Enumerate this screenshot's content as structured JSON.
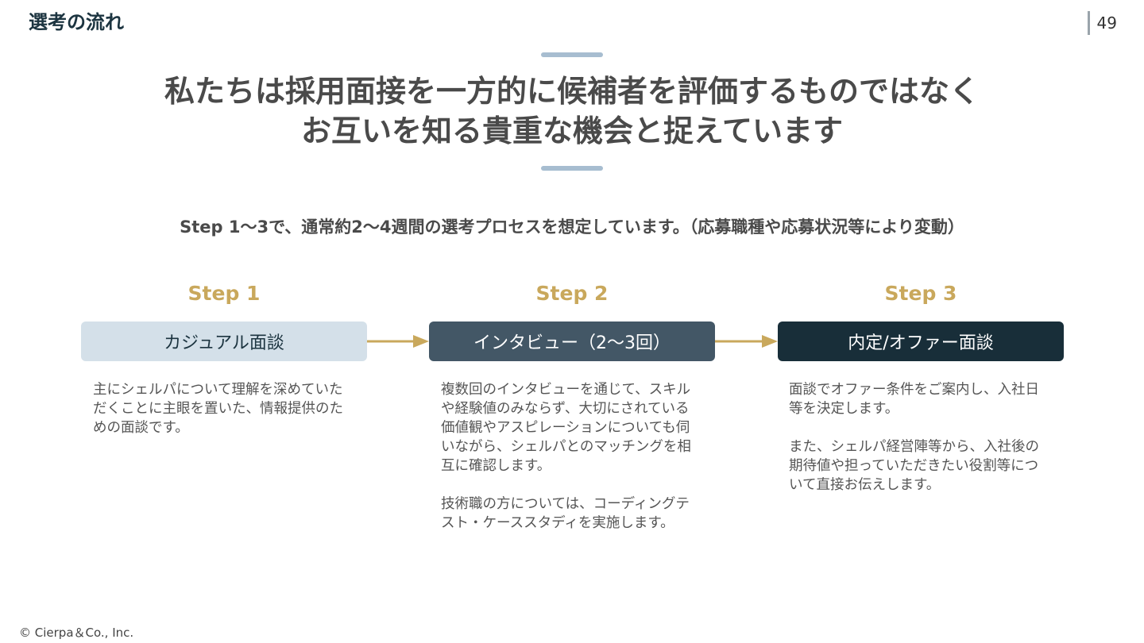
{
  "section_title": "選考の流れ",
  "page_number": "49",
  "headline": {
    "line1": "私たちは採用面接を一方的に候補者を評価するものではなく",
    "line2": "お互いを知る貴重な機会と捉えています"
  },
  "subtitle": "Step 1〜3で、通常約2〜4週間の選考プロセスを想定しています。（応募職種や応募状況等により変動）",
  "steps": [
    {
      "label": "Step 1",
      "box": "カジュアル面談",
      "paragraphs": [
        "主にシェルパについて理解を深めていただくことに主眼を置いた、情報提供のための面談です。"
      ]
    },
    {
      "label": "Step 2",
      "box": "インタビュー（2〜3回）",
      "paragraphs": [
        "複数回のインタビューを通じて、スキルや経験値のみならず、大切にされている価値観やアスピレーションについても伺いながら、シェルパとのマッチングを相互に確認します。",
        "技術職の方については、コーディングテスト・ケーススタディを実施します。"
      ]
    },
    {
      "label": "Step 3",
      "box": "内定/オファー面談",
      "paragraphs": [
        "面談でオファー条件をご案内し、入社日等を決定します。",
        "また、シェルパ経営陣等から、入社後の期待値や担っていただきたい役割等について直接お伝えします。"
      ]
    }
  ],
  "copyright": "© Cierpa＆Co., Inc.",
  "colors": {
    "accent_gold": "#c9a85c",
    "step1_box": "#d4e0e9",
    "step2_box": "#435766",
    "step3_box": "#182e39",
    "accent_line": "#a7bdd0"
  },
  "icons": [
    "arrow-right-icon"
  ]
}
